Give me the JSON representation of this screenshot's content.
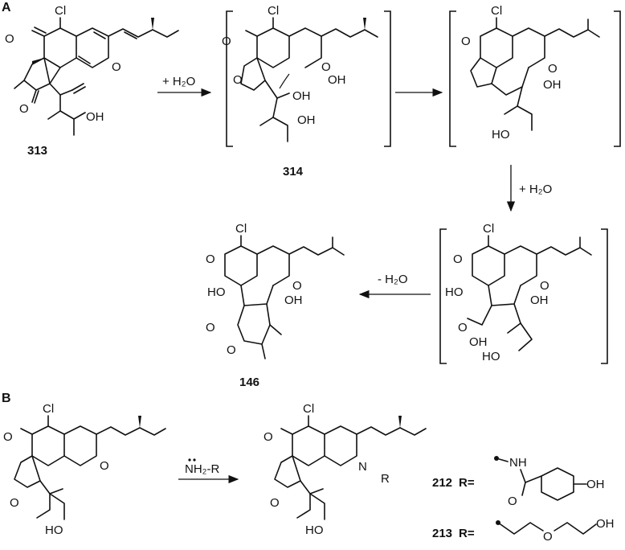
{
  "panels": {
    "a": "A",
    "b": "B"
  },
  "compounds": {
    "c313": "313",
    "c314": "314",
    "c146": "146",
    "c212": "212",
    "c213": "213"
  },
  "reagents": {
    "add_water_1": "+ H₂O",
    "add_water_2": "+ H₂O",
    "minus_water": "- H₂O",
    "amine": "NH₂-R",
    "r_eq": "R="
  },
  "atoms": {
    "cl": "Cl",
    "o": "O",
    "oh": "OH",
    "ho": "HO",
    "n": "N",
    "nh": "NH",
    "r": "R"
  }
}
